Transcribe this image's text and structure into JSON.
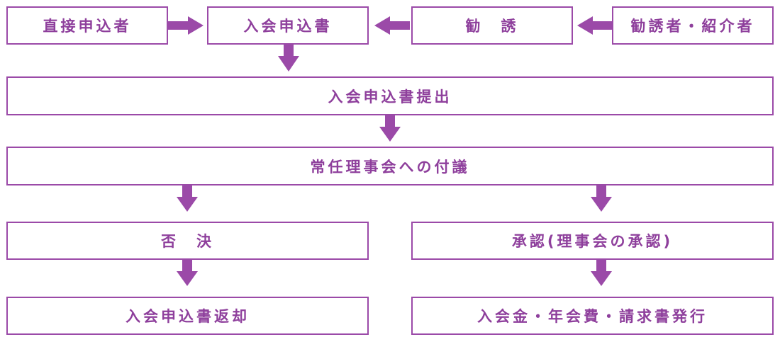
{
  "colors": {
    "accent": "#9b4aa8",
    "text": "#8e3f9c",
    "arrow": "#9b4aa8"
  },
  "flow": {
    "direct_application": "直接申込者",
    "application_form": "入会申込書",
    "solicitation": "勧　誘",
    "solicitor_referrer": "勧誘者・紹介者",
    "submission": "入会申込書提出",
    "board_review": "常任理事会への付議",
    "rejection": "否　決",
    "approval": "承認(理事会の承認)",
    "return_form": "入会申込書返却",
    "invoice_issue": "入会金・年会費・請求書発行"
  }
}
